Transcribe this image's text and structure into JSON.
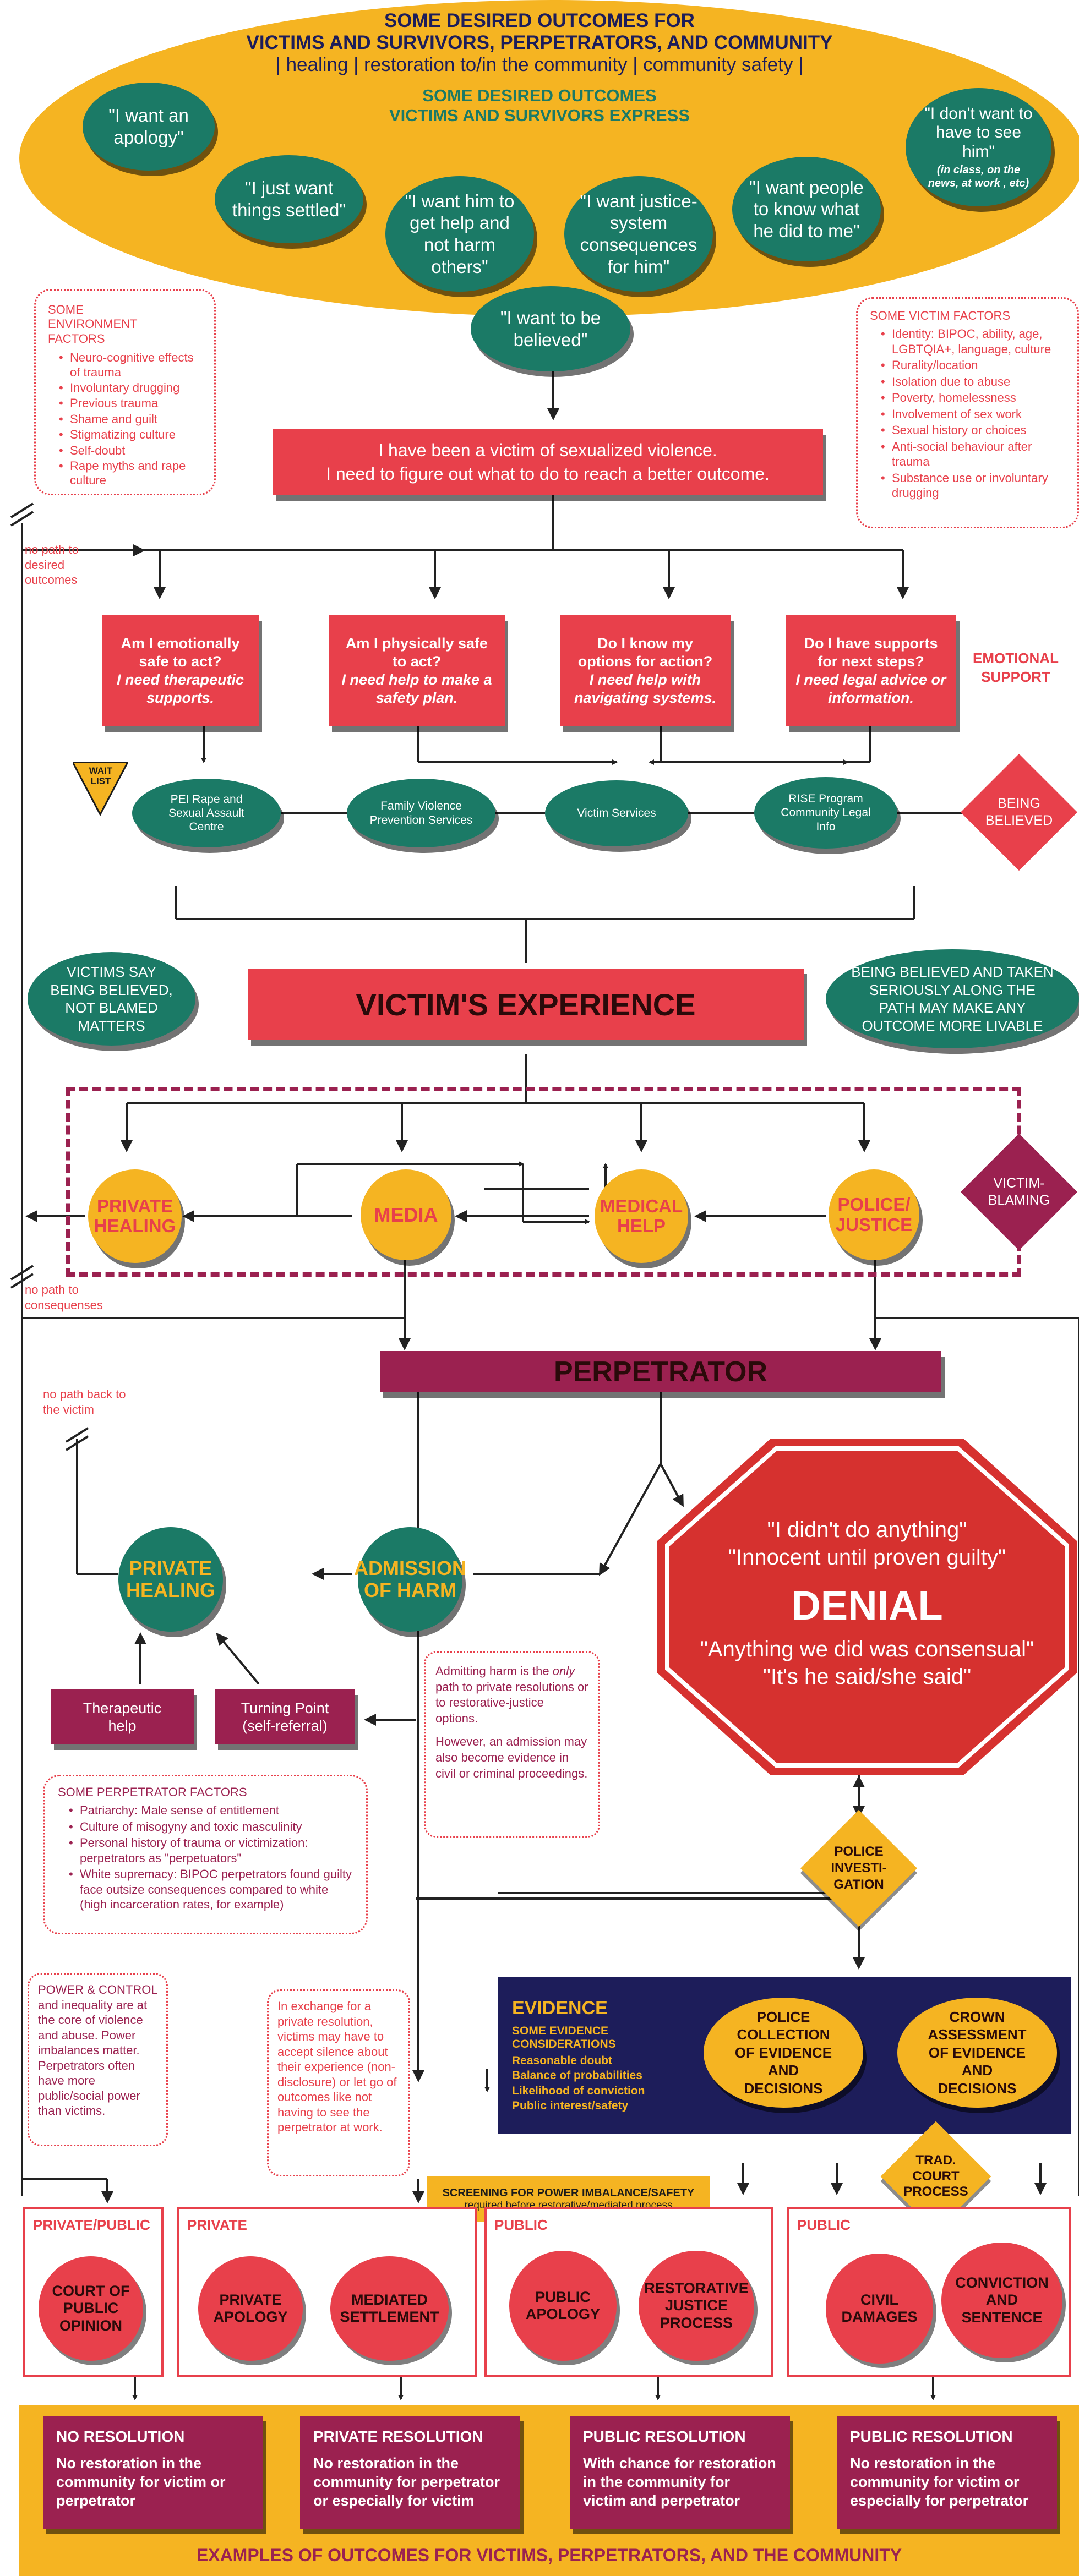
{
  "header": {
    "title_line1": "SOME DESIRED OUTCOMES FOR",
    "title_line2": "VICTIMS AND SURVIVORS, PERPETRATORS, AND COMMUNITY",
    "title_line3": "| healing | restoration to/in the community | community safety |",
    "sub_line1": "SOME DESIRED OUTCOMES",
    "sub_line2": "VICTIMS AND SURVIVORS EXPRESS"
  },
  "quotes": {
    "q1": "\"I want an apology\"",
    "q2": "\"I just want things settled\"",
    "q3": "\"I want him to get help and not harm others\"",
    "q4": "\"I want justice-system consequences for him\"",
    "q5": "\"I want people to know what he did to me\"",
    "q6": "\"I don't want to have to see him\"",
    "q6_note": "(in class, on the news, at work , etc)",
    "q7": "\"I want to be believed\""
  },
  "environment_factors": {
    "title": "SOME ENVIRONMENT FACTORS",
    "items": [
      "Neuro-cognitive effects of trauma",
      "Involuntary drugging",
      "Previous trauma",
      "Shame and guilt",
      "Stigmatizing culture",
      "Self-doubt",
      "Rape myths and rape culture"
    ]
  },
  "victim_factors": {
    "title": "SOME VICTIM FACTORS",
    "items": [
      "Identity: BIPOC, ability, age, LGBTQIA+, language, culture",
      "Rurality/location",
      "Isolation due to abuse",
      "Poverty, homelessness",
      "Involvement of sex work",
      "Sexual history or choices",
      "Anti-social behaviour after trauma",
      "Substance use or involuntary drugging"
    ]
  },
  "victim_statement": {
    "line1": "I have been a victim of sexualized violence.",
    "line2": "I need to figure out what to do to reach a better outcome."
  },
  "no_path_desired": "no path to desired outcomes",
  "questions": [
    {
      "q": "Am I emotionally safe to act?",
      "need": "I need therapeutic supports."
    },
    {
      "q": "Am I physically safe to act?",
      "need": "I need help to make a safety plan."
    },
    {
      "q": "Do I know my options for action?",
      "need": "I need help with navigating systems."
    },
    {
      "q": "Do I have supports for next steps?",
      "need": "I need legal advice or information."
    }
  ],
  "emotional_support": "EMOTIONAL SUPPORT",
  "wait_list": "WAIT LIST",
  "services": [
    "PEI Rape and Sexual Assault Centre",
    "Family Violence Prevention Services",
    "Victim Services",
    "RISE Program Community Legal Info"
  ],
  "being_believed": "BEING BELIEVED",
  "victims_say": "VICTIMS SAY BEING BELIEVED, NOT BLAMED MATTERS",
  "victims_experience": "VICTIM'S EXPERIENCE",
  "being_believed_path": "BEING BELIEVED AND TAKEN SERIOUSLY ALONG THE PATH MAY MAKE ANY OUTCOME MORE LIVABLE",
  "paths": [
    "PRIVATE HEALING",
    "MEDIA",
    "MEDICAL HELP",
    "POLICE/ JUSTICE"
  ],
  "victim_blaming": "VICTIM-BLAMING",
  "no_path_consequences": "no path to consequenses",
  "perpetrator": "PERPETRATOR",
  "no_path_back": "no path back to the victim",
  "private_healing_2": "PRIVATE HEALING",
  "admission_of_harm": "ADMISSION OF HARM",
  "therapeutic_help": "Therapeutic help",
  "turning_point": "Turning Point (self-referral)",
  "admitting_note": {
    "p1_a": "Admitting harm is the",
    "p1_em": "only",
    "p1_b": "path to private resolutions or to restorative-justice options.",
    "p2": "However, an admission may also become evidence in civil or criminal proceedings."
  },
  "denial": {
    "l1": "\"I didn't do anything\"",
    "l2": "\"Innocent until proven guilty\"",
    "title": "DENIAL",
    "l3": "\"Anything we did was consensual\"",
    "l4": "\"It's he said/she said\""
  },
  "perp_factors": {
    "title": "SOME PERPETRATOR FACTORS",
    "items": [
      "Patriarchy: Male sense of entitlement",
      "Culture of misogyny and toxic masculinity",
      "Personal history of trauma or victimization: perpetrators as \"perpetuators\"",
      "White supremacy: BIPOC perpetrators found guilty face outsize consequences compared to white (high incarceration rates, for example)"
    ]
  },
  "police_investigation": "POLICE INVESTI- GATION",
  "power_control": "POWER & CONTROL and inequality are at the core of violence and abuse. Power imbalances matter. Perpetrators often have more public/social power than victims.",
  "exchange_note": "In exchange for a private resolution, victims may have to accept silence about their experience (non-disclosure) or let go of outcomes like not having to see the perpetrator at work.",
  "evidence": {
    "title": "EVIDENCE",
    "sub1": "SOME EVIDENCE",
    "sub2": "CONSIDERATIONS",
    "items": [
      "Reasonable doubt",
      "Balance of probabilities",
      "Likelihood of conviction",
      "Public interest/safety"
    ],
    "police": "POLICE COLLECTION OF EVIDENCE AND DECISIONS",
    "crown": "CROWN ASSESSMENT OF EVIDENCE AND DECISIONS"
  },
  "trad_court": "TRAD. COURT PROCESS",
  "screening": {
    "l1": "SCREENING FOR POWER IMBALANCE/SAFETY",
    "l2": "required before restorative/mediated process"
  },
  "outcome_groups": [
    {
      "label": "PRIVATE/PUBLIC",
      "items": [
        "COURT OF PUBLIC OPINION"
      ]
    },
    {
      "label": "PRIVATE",
      "items": [
        "PRIVATE APOLOGY",
        "MEDIATED SETTLEMENT"
      ]
    },
    {
      "label": "PUBLIC",
      "items": [
        "PUBLIC APOLOGY",
        "RESTORATIVE JUSTICE PROCESS"
      ]
    },
    {
      "label": "PUBLIC",
      "items": [
        "CIVIL DAMAGES",
        "CONVICTION AND SENTENCE"
      ]
    }
  ],
  "resolutions": [
    {
      "title": "NO RESOLUTION",
      "desc": "No restoration in the community for victim or perpetrator"
    },
    {
      "title": "PRIVATE RESOLUTION",
      "desc": "No restoration in the community for perpetrator or especially for victim"
    },
    {
      "title": "PUBLIC RESOLUTION",
      "desc": "With chance for restoration in the community for victim and perpetrator"
    },
    {
      "title": "PUBLIC  RESOLUTION",
      "desc": "No restoration in the community for victim or especially for perpetrator"
    }
  ],
  "footer": "EXAMPLES OF OUTCOMES FOR VICTIMS, PERPETRATORS, AND THE COMMUNITY",
  "colors": {
    "teal": "#1b7a66",
    "orange": "#f5b422",
    "red": "#e8404b",
    "maroon": "#9b2150",
    "navy": "#1d1d5a"
  }
}
